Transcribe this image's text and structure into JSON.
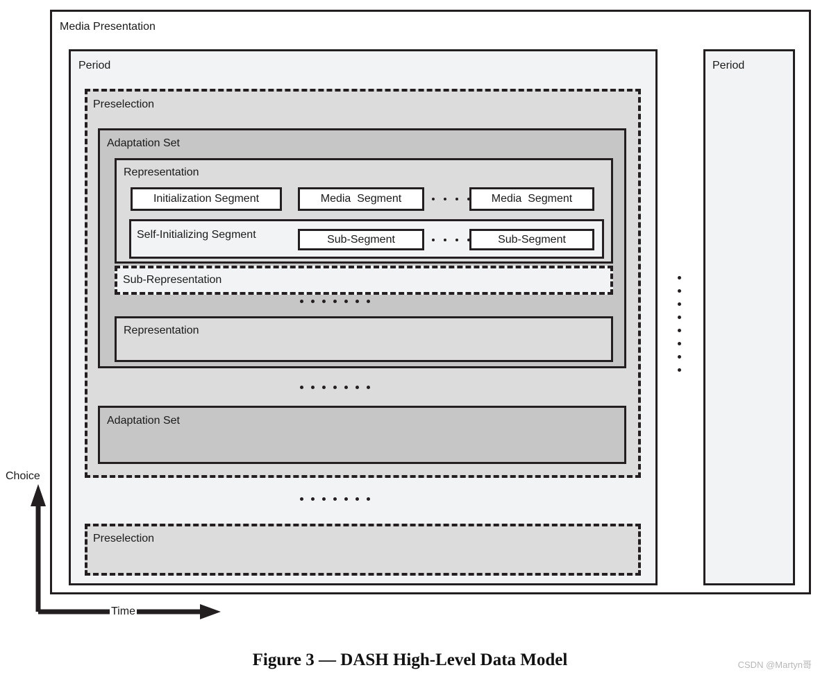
{
  "figure": {
    "caption": "Figure 3 — DASH High-Level Data Model",
    "watermark": "CSDN @Martyn哥"
  },
  "axes": {
    "vertical_label": "Choice",
    "horizontal_label": "Time"
  },
  "diagram": {
    "media_presentation": {
      "label": "Media Presentation"
    },
    "periods": [
      {
        "label": "Period"
      },
      {
        "label": "Period"
      }
    ],
    "preselections": [
      {
        "label": "Preselection"
      },
      {
        "label": "Preselection"
      }
    ],
    "adaptation_sets": [
      {
        "label": "Adaptation Set"
      },
      {
        "label": "Adaptation Set"
      }
    ],
    "representations": [
      {
        "label": "Representation"
      },
      {
        "label": "Representation"
      }
    ],
    "sub_representation": {
      "label": "Sub-Representation"
    },
    "self_initializing_segment": {
      "label": "Self-Initializing Segment"
    },
    "segments": {
      "initialization": "Initialization Segment",
      "media_1": "Media  Segment",
      "media_2": "Media  Segment",
      "sub_1": "Sub-Segment",
      "sub_2": "Sub-Segment"
    },
    "ellipses": {
      "horizontal_dot_count": 7,
      "inline_dot_count": 4,
      "vertical_dot_count": 8
    }
  },
  "colors": {
    "stroke": "#231f20",
    "media_presentation_fill": "#ffffff",
    "period_fill": "#f1f3f4",
    "preselection_fill": "#dcdcdc",
    "adaptation_set_fill": "#c6c6c6",
    "representation_fill": "#dcdcdc",
    "segment_fill": "#ffffff"
  }
}
